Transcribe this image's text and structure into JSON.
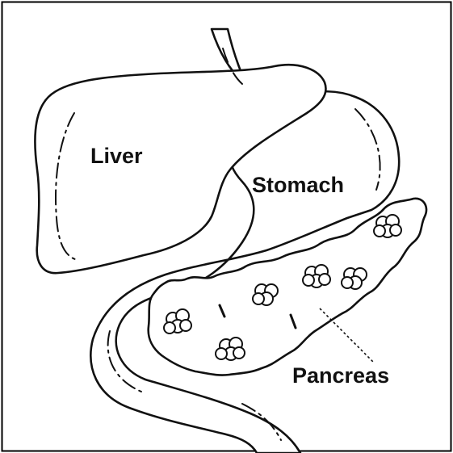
{
  "labels": {
    "liver": "Liver",
    "stomach": "Stomach",
    "pancreas": "Pancreas"
  },
  "colors": {
    "stroke": "#111111",
    "fill": "#ffffff",
    "border": "#000000"
  }
}
